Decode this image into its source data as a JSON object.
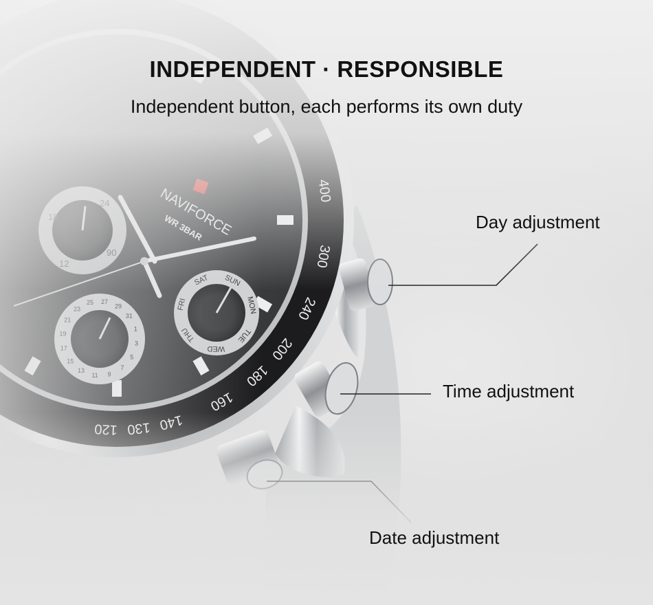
{
  "header": {
    "title": "INDEPENDENT · RESPONSIBLE",
    "subtitle": "Independent button, each performs its own duty"
  },
  "callouts": {
    "day": "Day adjustment",
    "time": "Time adjustment",
    "date": "Date adjustment"
  },
  "watch": {
    "brand": "NAVIFORCE",
    "water_resistance": "WR 3BAR",
    "bezel_numbers": [
      "400",
      "300",
      "240",
      "200",
      "180",
      "160",
      "140",
      "130",
      "120"
    ],
    "day_subdial": [
      "SAT",
      "SUN",
      "MON",
      "TUE",
      "WED",
      "THU",
      "FRI"
    ],
    "hour_subdial": [
      "24",
      "90",
      "12",
      "18"
    ],
    "date_subdial": [
      "21",
      "23",
      "25",
      "27",
      "29",
      "31",
      "1",
      "3",
      "5",
      "7",
      "9",
      "11",
      "13",
      "15",
      "17",
      "19"
    ],
    "colors": {
      "brand_red": "#d9463b",
      "dial": "#3a3b3d",
      "bezel": "#1c1c1e",
      "steel": "#c9cbcd"
    }
  }
}
